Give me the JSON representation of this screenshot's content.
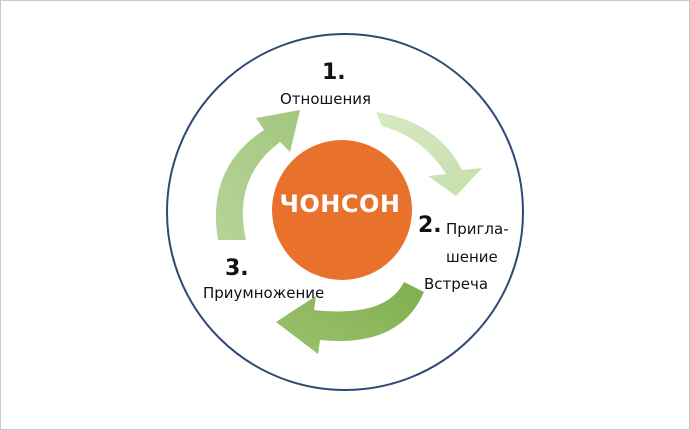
{
  "diagram": {
    "center": {
      "label": "ЧОНСОН",
      "color": "#e8712c"
    },
    "ring_color": "#2f4a73",
    "steps": [
      {
        "number": "1.",
        "label": "Отношения"
      },
      {
        "number": "2.",
        "label_line1": "Пригла-",
        "label_line2": "шение",
        "label_line3": "Встреча"
      },
      {
        "number": "3.",
        "label": "Приумножение"
      }
    ],
    "arrows": [
      {
        "name": "arrow-1-to-2",
        "color": "#cfe3b9"
      },
      {
        "name": "arrow-2-to-3",
        "color": "#8db65f"
      },
      {
        "name": "arrow-3-to-1",
        "color": "#aecc8c"
      }
    ]
  }
}
